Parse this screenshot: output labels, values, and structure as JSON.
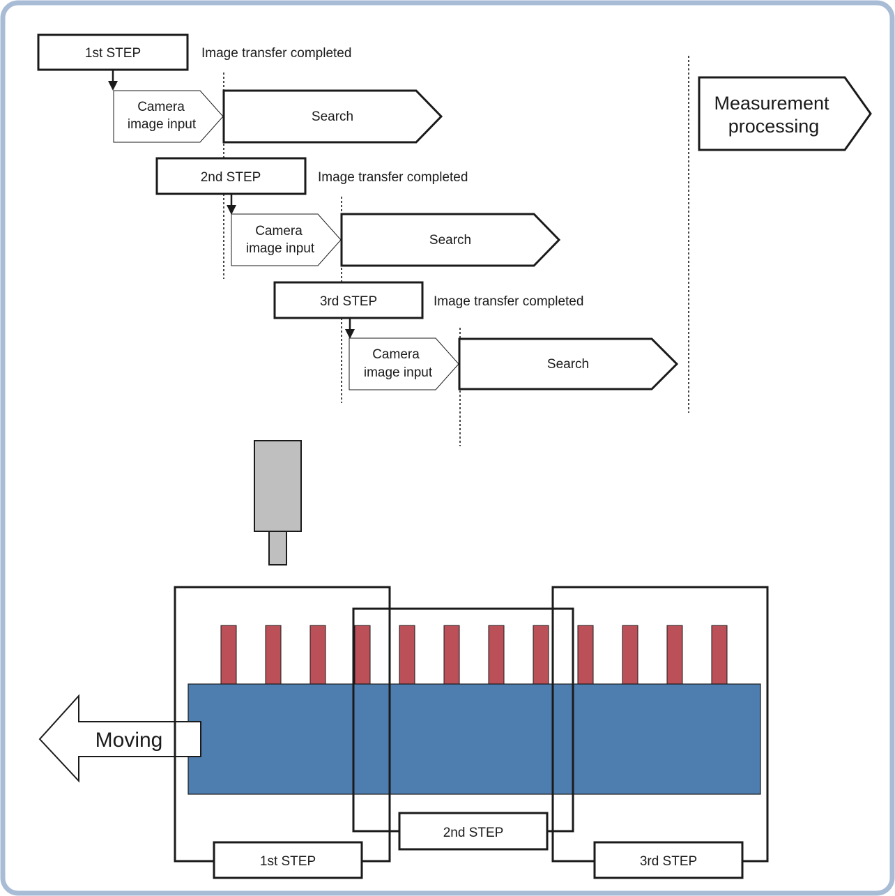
{
  "timing": {
    "steps": [
      {
        "step_label": "1st STEP",
        "note": "Image transfer completed",
        "camera_label_line1": "Camera",
        "camera_label_line2": "image input",
        "search_label": "Search"
      },
      {
        "step_label": "2nd STEP",
        "note": "Image transfer completed",
        "camera_label_line1": "Camera",
        "camera_label_line2": "image input",
        "search_label": "Search"
      },
      {
        "step_label": "3rd STEP",
        "note": "Image transfer completed",
        "camera_label_line1": "Camera",
        "camera_label_line2": "image input",
        "search_label": "Search"
      }
    ],
    "measurement_line1": "Measurement",
    "measurement_line2": "processing"
  },
  "scene": {
    "moving_label": "Moving",
    "pin_count": 12,
    "regions": [
      {
        "label": "1st STEP"
      },
      {
        "label": "2nd STEP"
      },
      {
        "label": "3rd STEP"
      }
    ]
  },
  "colors": {
    "frame_border": "#a9bcd6",
    "workpiece_blue": "#4e7db0",
    "pin_red": "#bb5058",
    "camera_body": "#bfbfbf",
    "line": "#1a1a1a"
  }
}
